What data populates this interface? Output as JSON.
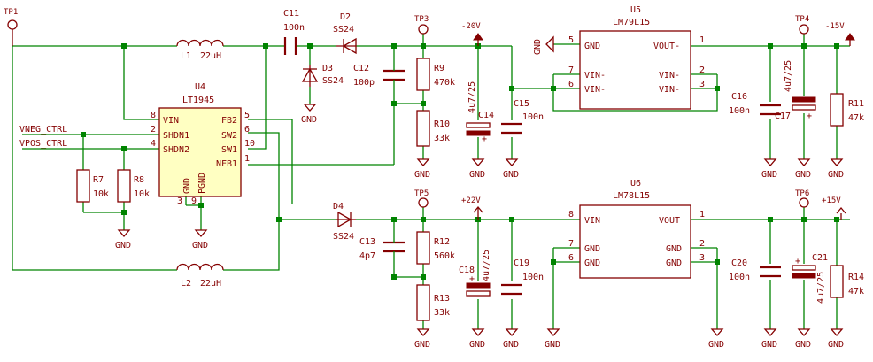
{
  "testpoints": {
    "tp1": "TP1",
    "tp3": "TP3",
    "tp4": "TP4",
    "tp5": "TP5",
    "tp6": "TP6"
  },
  "rails": {
    "neg20": "-20V",
    "neg15": "-15V",
    "pos22": "+22V",
    "pos15": "+15V"
  },
  "nets": {
    "vneg_ctrl": "VNEG_CTRL",
    "vpos_ctrl": "VPOS_CTRL"
  },
  "gnd": "GND",
  "u4": {
    "ref": "U4",
    "value": "LT1945",
    "pins": {
      "vin": "VIN",
      "shdn1": "SHDN1",
      "shdn2": "SHDN2",
      "fb2": "FB2",
      "sw2": "SW2",
      "sw1": "SW1",
      "nfb1": "NFB1",
      "gnd": "GND",
      "pgnd": "PGND"
    },
    "nums": {
      "n8": "8",
      "n2": "2",
      "n4": "4",
      "n5": "5",
      "n6": "6",
      "n10": "10",
      "n1": "1",
      "n3": "3",
      "n9": "9"
    }
  },
  "u5": {
    "ref": "U5",
    "value": "LM79L15",
    "pins": {
      "gnd": "GND",
      "vout": "VOUT-",
      "vin1": "VIN-",
      "vin2": "VIN-",
      "vin3": "VIN-",
      "vin4": "VIN-"
    },
    "nums": {
      "n5": "5",
      "n7": "7",
      "n6": "6",
      "n1": "1",
      "n2": "2",
      "n3": "3"
    }
  },
  "u6": {
    "ref": "U6",
    "value": "LM78L15",
    "pins": {
      "vin": "VIN",
      "vout": "VOUT",
      "gnd1": "GND",
      "gnd2": "GND",
      "gnd3": "GND",
      "gnd4": "GND"
    },
    "nums": {
      "n8": "8",
      "n7": "7",
      "n6": "6",
      "n1": "1",
      "n2": "2",
      "n3": "3"
    }
  },
  "parts": {
    "l1": {
      "ref": "L1",
      "value": "22uH"
    },
    "l2": {
      "ref": "L2",
      "value": "22uH"
    },
    "c11": {
      "ref": "C11",
      "value": "100n"
    },
    "d2": {
      "ref": "D2",
      "value": "SS24"
    },
    "d3": {
      "ref": "D3",
      "value": "SS24"
    },
    "d4": {
      "ref": "D4",
      "value": "SS24"
    },
    "c12": {
      "ref": "C12",
      "value": "100p"
    },
    "c13": {
      "ref": "C13",
      "value": "4p7"
    },
    "r9": {
      "ref": "R9",
      "value": "470k"
    },
    "r10": {
      "ref": "R10",
      "value": "33k"
    },
    "r12": {
      "ref": "R12",
      "value": "560k"
    },
    "r13": {
      "ref": "R13",
      "value": "33k"
    },
    "c14": {
      "ref": "C14",
      "value": "4u7/25"
    },
    "c15": {
      "ref": "C15",
      "value": "100n"
    },
    "c18": {
      "ref": "C18",
      "value": "4u7/25"
    },
    "c19": {
      "ref": "C19",
      "value": "100n"
    },
    "c16": {
      "ref": "C16",
      "value": "100n"
    },
    "c17": {
      "ref": "C17",
      "value": "4u7/25"
    },
    "c20": {
      "ref": "C20",
      "value": "100n"
    },
    "c21": {
      "ref": "C21",
      "value": "4u7/25"
    },
    "r11": {
      "ref": "R11",
      "value": "47k"
    },
    "r14": {
      "ref": "R14",
      "value": "47k"
    },
    "r7": {
      "ref": "R7",
      "value": "10k"
    },
    "r8": {
      "ref": "R8",
      "value": "10k"
    }
  }
}
